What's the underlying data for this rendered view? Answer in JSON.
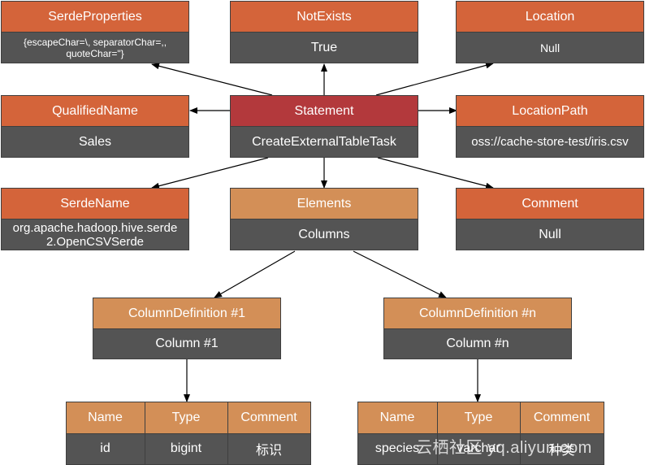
{
  "nodes": {
    "serde_properties": {
      "title": "SerdeProperties",
      "value_line1": "{escapeChar=\\, separatorChar=,,",
      "value_line2": "quoteChar=\"}"
    },
    "not_exists": {
      "title": "NotExists",
      "value": "True"
    },
    "location": {
      "title": "Location",
      "value": "Null"
    },
    "qualified_name": {
      "title": "QualifiedName",
      "value": "Sales"
    },
    "statement": {
      "title": "Statement",
      "value": "CreateExternalTableTask"
    },
    "location_path": {
      "title": "LocationPath",
      "value": "oss://cache-store-test/iris.csv"
    },
    "serde_name": {
      "title": "SerdeName",
      "value_line1": "org.apache.hadoop.hive.serde",
      "value_line2": "2.OpenCSVSerde"
    },
    "elements": {
      "title": "Elements",
      "value": "Columns"
    },
    "comment": {
      "title": "Comment",
      "value": "Null"
    },
    "column_def_1": {
      "title": "ColumnDefinition #1",
      "value": "Column #1"
    },
    "column_def_n": {
      "title": "ColumnDefinition #n",
      "value": "Column #n"
    }
  },
  "tables": {
    "column_1": {
      "headers": [
        "Name",
        "Type",
        "Comment"
      ],
      "values": [
        "id",
        "bigint",
        "标识"
      ]
    },
    "column_n": {
      "headers": [
        "Name",
        "Type",
        "Comment"
      ],
      "values": [
        "species",
        "varchar",
        "种类"
      ]
    }
  },
  "watermark": "云栖社区 yq.aliyun.com",
  "colors": {
    "orange": "#d4643a",
    "red": "#b3393c",
    "tan": "#d38f57",
    "gray": "#545454"
  }
}
